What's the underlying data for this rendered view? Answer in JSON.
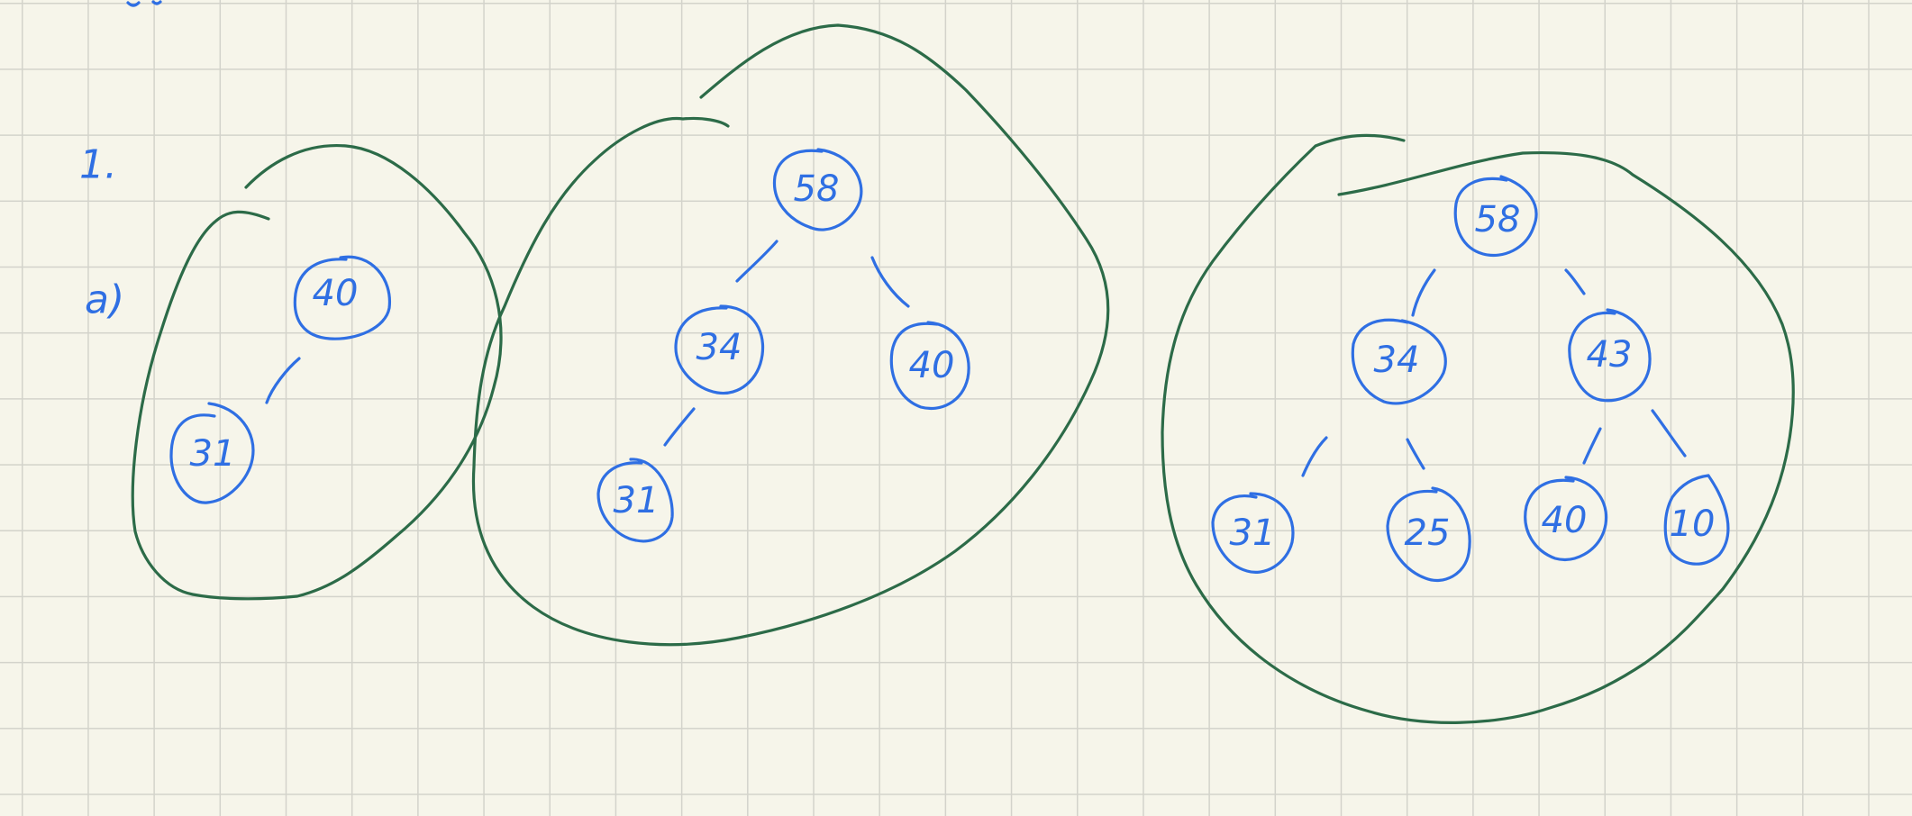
{
  "notes": {
    "problem_number": "1.",
    "part_label": "a)"
  },
  "colors": {
    "paper": "#f6f5ea",
    "grid": "#d3d3cb",
    "ink_blue": "#2f6fe3",
    "ink_green": "#2c6b48"
  },
  "trees": [
    {
      "id": "tree-1",
      "nodes": [
        {
          "id": "n40",
          "label": "40"
        },
        {
          "id": "n31",
          "label": "31"
        }
      ],
      "edges": [
        [
          "n40",
          "n31"
        ]
      ]
    },
    {
      "id": "tree-2",
      "nodes": [
        {
          "id": "n58",
          "label": "58"
        },
        {
          "id": "n34",
          "label": "34"
        },
        {
          "id": "n40",
          "label": "40"
        },
        {
          "id": "n31",
          "label": "31"
        }
      ],
      "edges": [
        [
          "n58",
          "n34"
        ],
        [
          "n58",
          "n40"
        ],
        [
          "n34",
          "n31"
        ]
      ]
    },
    {
      "id": "tree-3",
      "nodes": [
        {
          "id": "n58",
          "label": "58"
        },
        {
          "id": "n34",
          "label": "34"
        },
        {
          "id": "n43",
          "label": "43"
        },
        {
          "id": "n31",
          "label": "31"
        },
        {
          "id": "n25",
          "label": "25"
        },
        {
          "id": "n40",
          "label": "40"
        },
        {
          "id": "n10",
          "label": "10"
        }
      ],
      "edges": [
        [
          "n58",
          "n34"
        ],
        [
          "n58",
          "n43"
        ],
        [
          "n34",
          "n31"
        ],
        [
          "n34",
          "n25"
        ],
        [
          "n43",
          "n40"
        ],
        [
          "n43",
          "n10"
        ]
      ]
    }
  ]
}
